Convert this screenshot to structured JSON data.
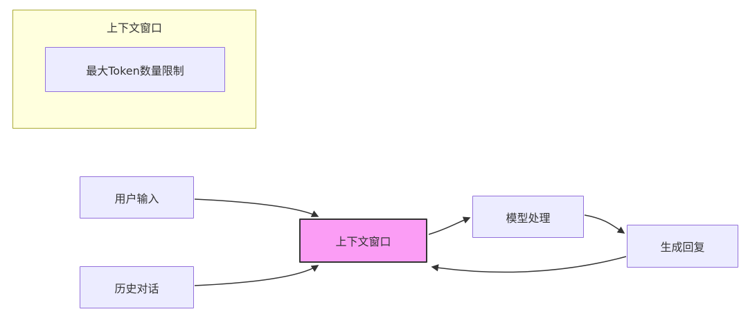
{
  "diagram": {
    "cluster": {
      "title": "上下文窗口",
      "inner_node_label": "最大Token数量限制"
    },
    "nodes": {
      "user_input": "用户输入",
      "history_dialog": "历史对话",
      "context_window": "上下文窗口",
      "model_processing": "模型处理",
      "generate_reply": "生成回复"
    },
    "edges": [
      {
        "from": "用户输入",
        "to": "上下文窗口"
      },
      {
        "from": "历史对话",
        "to": "上下文窗口"
      },
      {
        "from": "上下文窗口",
        "to": "模型处理"
      },
      {
        "from": "模型处理",
        "to": "生成回复"
      },
      {
        "from": "生成回复",
        "to": "上下文窗口"
      }
    ],
    "colors": {
      "cluster_bg": "#ffffde",
      "cluster_border": "#aaaa33",
      "node_bg": "#ECECFF",
      "node_border": "#9370DB",
      "highlight_bg": "#fb9df5",
      "highlight_border": "#333333",
      "text": "#333333",
      "arrow": "#333333"
    }
  }
}
